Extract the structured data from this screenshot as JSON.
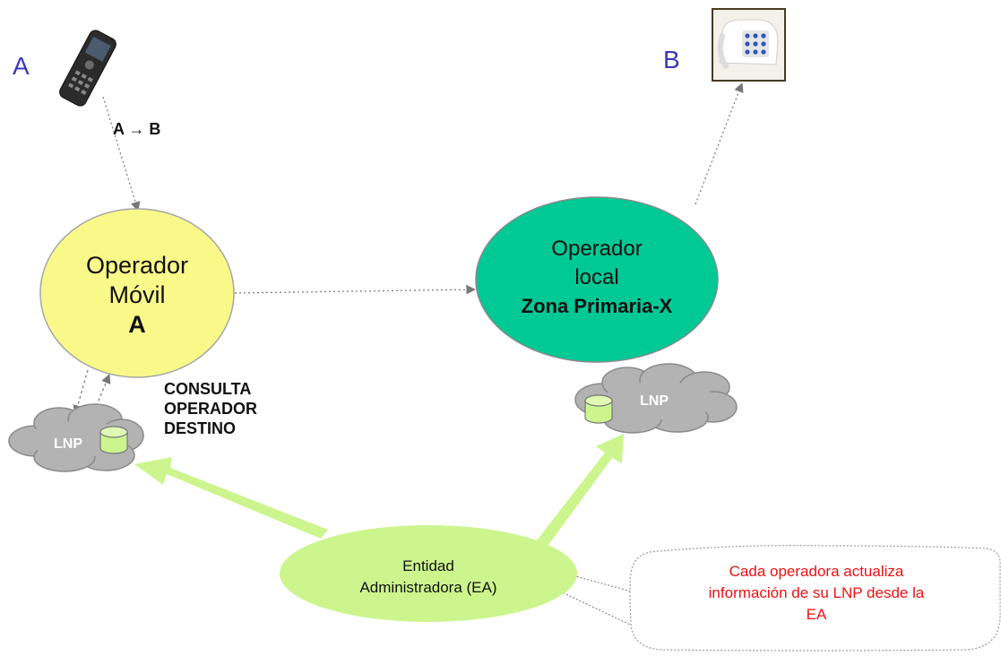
{
  "diagram": {
    "endpoint_a": "A",
    "endpoint_b": "B",
    "call_label": "A → B",
    "mobile_operator": {
      "line1": "Operador",
      "line2": "Móvil",
      "line3": "A"
    },
    "local_operator": {
      "line1": "Operador",
      "line2": "local",
      "line3": "Zona Primaria-X"
    },
    "lnp_left": "LNP",
    "lnp_right": "LNP",
    "query_label": {
      "line1": "CONSULTA",
      "line2": "OPERADOR",
      "line3": "DESTINO"
    },
    "admin_entity": {
      "line1": "Entidad",
      "line2": "Administradora (EA)"
    },
    "callout": {
      "line1": "Cada operadora actualiza",
      "line2": "información de su LNP desde la",
      "line3": "EA"
    }
  },
  "colors": {
    "mobile_operator_fill": "#f9f98a",
    "local_operator_fill": "#00c996",
    "admin_entity_fill": "#ccf58e",
    "update_arrow": "#ccf58e",
    "cloud_fill": "#b3b3b3",
    "database_fill": "#ccf58e",
    "callout_text": "#ee1111",
    "endpoint_text": "#3a3ab8"
  }
}
